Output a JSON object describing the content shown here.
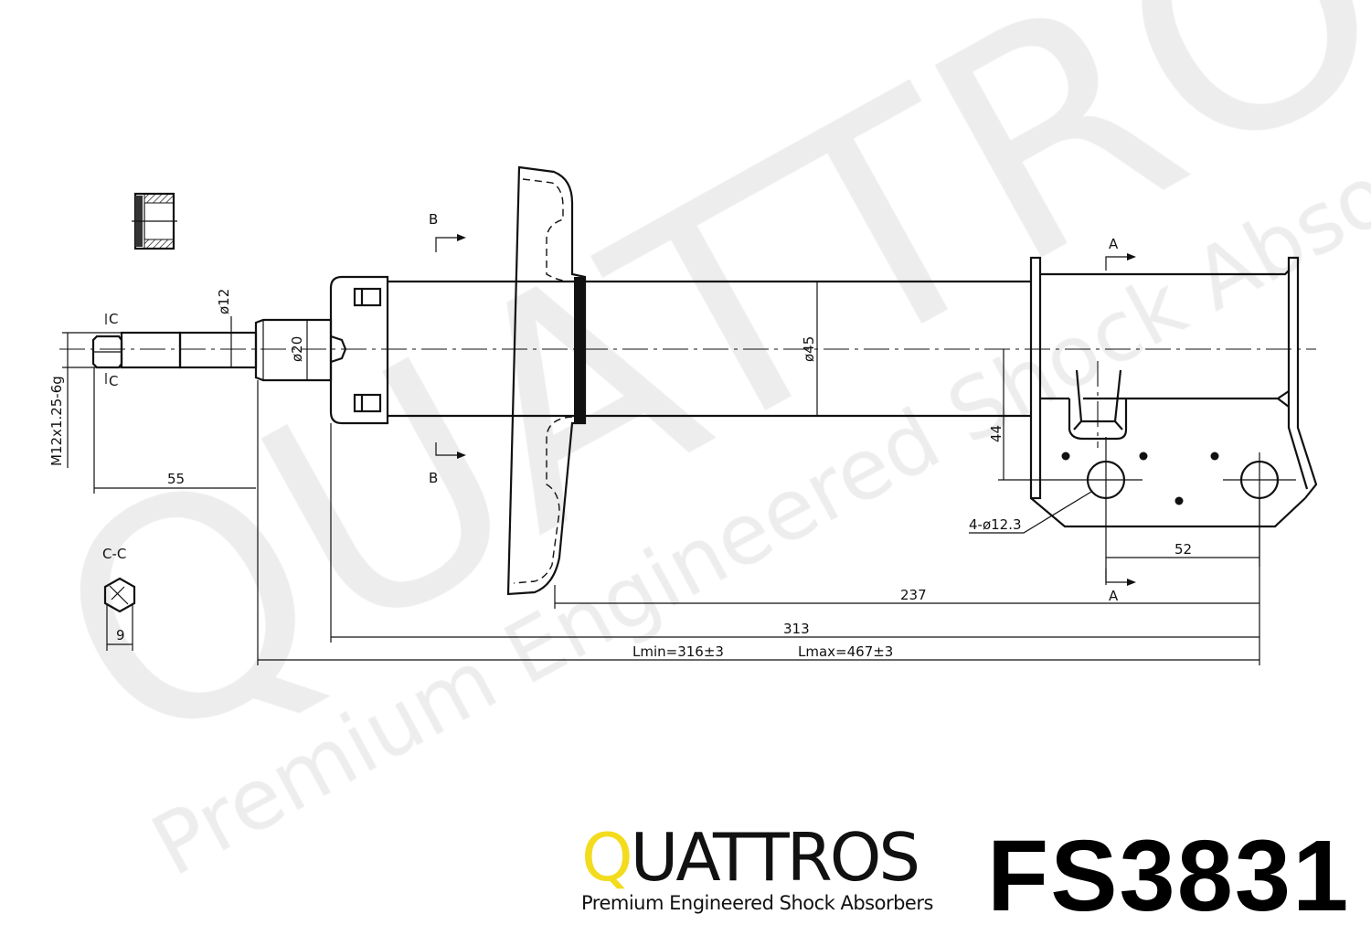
{
  "watermark": {
    "brand": "QUATTROS",
    "tagline": "Premium Engineered Shock Absorbers"
  },
  "dimensions": {
    "thread": "M12x1.25-6g",
    "rod_dia": "ø12",
    "collar_dia": "ø20",
    "body_dia": "ø45",
    "stud_len": "55",
    "hex_size": "9",
    "bracket_offset": "44",
    "holes": "4-ø12.3",
    "hole_spacing": "52",
    "seat_to_hole": "237",
    "mount_to_hole": "313",
    "lmin": "Lmin=316±3",
    "lmax": "Lmax=467±3"
  },
  "sections": {
    "b": "B",
    "a": "A",
    "c": "C",
    "cc": "C-C"
  },
  "brand": {
    "name_first": "Q",
    "name_rest": "UATTROS",
    "tagline": "Premium Engineered Shock Absorbers",
    "accent": "#f3dc1e"
  },
  "part_number": "FS3831"
}
